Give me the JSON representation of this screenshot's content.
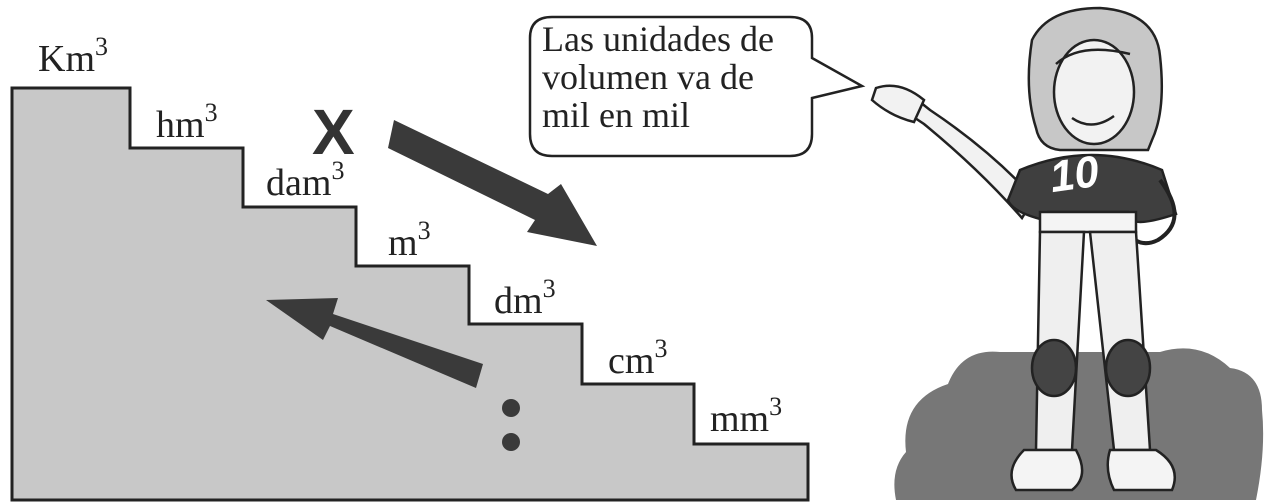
{
  "units": [
    {
      "base": "Km",
      "exp": "3"
    },
    {
      "base": "hm",
      "exp": "3"
    },
    {
      "base": "dam",
      "exp": "3"
    },
    {
      "base": "m",
      "exp": "3"
    },
    {
      "base": "dm",
      "exp": "3"
    },
    {
      "base": "cm",
      "exp": "3"
    },
    {
      "base": "mm",
      "exp": "3"
    }
  ],
  "operations": {
    "down": {
      "symbol": "X",
      "icon": "multiply-icon"
    },
    "up": {
      "symbol": ":",
      "icon": "divide-icon"
    }
  },
  "speech_bubble": {
    "lines": [
      "Las unidades de",
      "volumen va de",
      "mil en mil"
    ]
  },
  "character": {
    "shirt_number": "10"
  },
  "colors": {
    "stairs": "#c8c8c8",
    "arrow": "#3a3a3a",
    "outline": "#222222",
    "cloud": "#777777"
  }
}
